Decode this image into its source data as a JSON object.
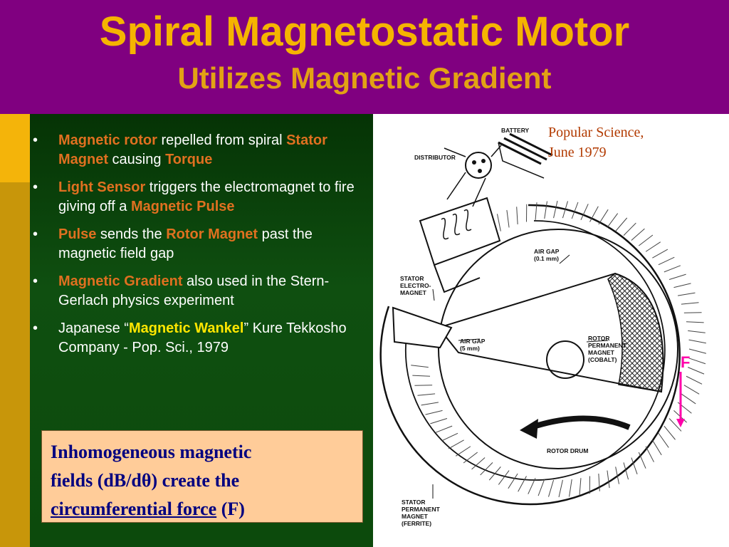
{
  "header": {
    "title": "Spiral Magnetostatic Motor",
    "subtitle": "Utilizes Magnetic Gradient"
  },
  "bullets": [
    {
      "hl1": "Magnetic rotor",
      "t1": " repelled from spiral ",
      "hl2": "Stator Magnet",
      "t2": " causing ",
      "hl3": "Torque"
    },
    {
      "hl1": "Light Sensor",
      "t1": " triggers the electromagnet to fire giving off a ",
      "hl2": "Magnetic Pulse"
    },
    {
      "hl1": "Pulse",
      "t1": " sends the ",
      "hl2": "Rotor Magnet",
      "t2": " past the magnetic field gap"
    },
    {
      "hl1": "Magnetic Gradient",
      "t1": " also used in the Stern-Gerlach physics experiment"
    },
    {
      "t0": "Japanese “",
      "hl1": "Magnetic Wankel",
      "t1": "” Kure Tekkosho Company - Pop. Sci., 1979"
    }
  ],
  "callout": {
    "line1": "Inhomogeneous magnetic",
    "line2": "fields (dB/dθ) create the",
    "underlined": "circumferential force",
    "tail": " (F)"
  },
  "credit": {
    "line1": "Popular Science,",
    "line2": "June 1979"
  },
  "diagram": {
    "battery": "BATTERY",
    "distributor": "DISTRIBUTOR",
    "air_gap_top_1": "AIR GAP",
    "air_gap_top_2": "(0.1 mm)",
    "stator_electro_1": "STATOR",
    "stator_electro_2": "ELECTRO-",
    "stator_electro_3": "MAGNET",
    "air_gap_left_1": "AIR GAP",
    "air_gap_left_2": "(5 mm)",
    "rotor_magnet_1": "ROTOR",
    "rotor_magnet_2": "PERMANENT",
    "rotor_magnet_3": "MAGNET",
    "rotor_magnet_4": "(COBALT)",
    "rotor_drum": "ROTOR DRUM",
    "stator_perm_1": "STATOR",
    "stator_perm_2": "PERMANENT",
    "stator_perm_3": "MAGNET",
    "stator_perm_4": "(FERRITE)",
    "force": "F"
  },
  "colors": {
    "header_bg": "#800080",
    "title": "#f5b400",
    "highlight": "#e07020",
    "highlight_yellow": "#ffe600",
    "callout_bg": "#ffcc99",
    "callout_text": "#000080",
    "force_arrow": "#ff00aa"
  }
}
